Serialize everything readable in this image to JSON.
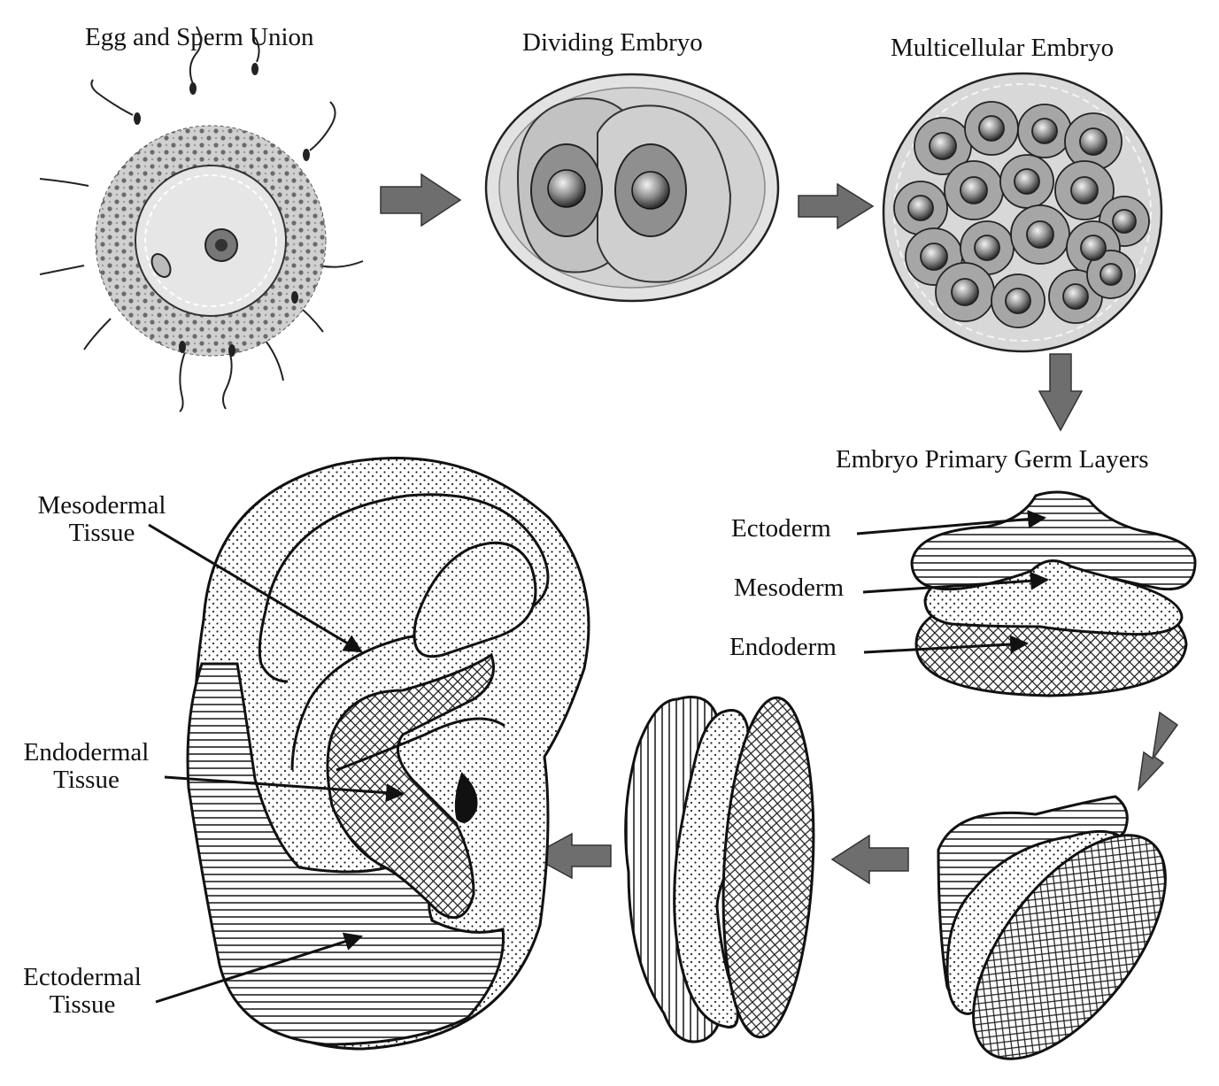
{
  "stages": {
    "egg_sperm": "Egg and Sperm Union",
    "dividing": "Dividing Embryo",
    "multicellular": "Multicellular Embryo",
    "germ_layers": "Embryo Primary Germ Layers"
  },
  "layers": {
    "ectoderm": "Ectoderm",
    "mesoderm": "Mesoderm",
    "endoderm": "Endoderm"
  },
  "ear_tissues": {
    "mesodermal_line1": "Mesodermal",
    "mesodermal_line2": "Tissue",
    "endodermal_line1": "Endodermal",
    "endodermal_line2": "Tissue",
    "ectodermal_line1": "Ectodermal",
    "ectodermal_line2": "Tissue"
  },
  "colors": {
    "ink": "#111111",
    "arrow_fill": "#6e6e6e",
    "cell_light": "#d9d9d9",
    "cell_mid": "#a9a9a9",
    "nucleus": "#8a8a8a"
  }
}
